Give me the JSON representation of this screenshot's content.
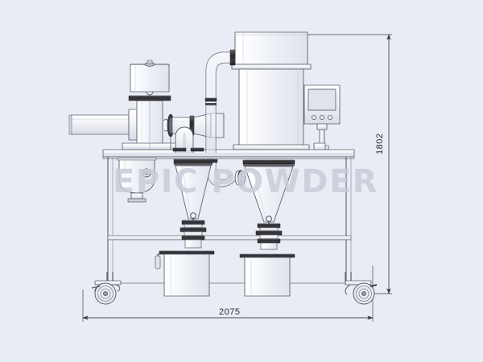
{
  "document": {
    "type": "engineering-drawing",
    "subject": "Air classifier / jet mill powder processing system — side elevation",
    "background_color": "#e8ecf5",
    "line_color": "#5a5f6b",
    "accent_color": "#3a3a3a"
  },
  "watermark": {
    "text": "EPIC POWDER",
    "color": "#c8cdd8"
  },
  "dimensions": {
    "height": {
      "value": "1802",
      "orientation": "vertical",
      "position": "right"
    },
    "width": {
      "value": "2075",
      "orientation": "horizontal",
      "position": "bottom"
    }
  },
  "components": {
    "blower_motor": "blower-motor-assembly",
    "feed_inlet": "feed-inlet-duct",
    "top_tank": "upper-cylindrical-tank",
    "classifier_housing": "main-classifier-housing",
    "riser_duct": "vertical-riser-duct",
    "u_bend_duct": "u-bend-return-duct",
    "control_panel": "hmi-control-panel",
    "worktable": "machine-worktable-deck",
    "left_cone": "left-cone-hopper",
    "right_cone": "right-cone-hopper",
    "left_bin": "left-collection-bin",
    "right_bin": "right-collection-bin",
    "casters": "swivel-caster-wheels",
    "butterfly_valves": "butterfly-discharge-valves"
  }
}
